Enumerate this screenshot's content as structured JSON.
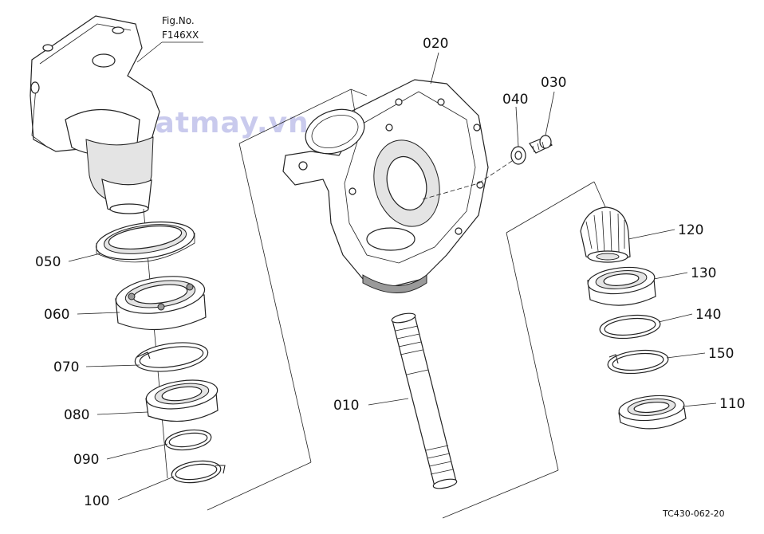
{
  "figure": {
    "fig_label": "Fig.No.",
    "fig_code": "F146XX",
    "watermark": "Kythuatmay.vn",
    "drawing_number": "TC430-062-20"
  },
  "parts": [
    {
      "id": "p010",
      "label": "010"
    },
    {
      "id": "p020",
      "label": "020"
    },
    {
      "id": "p030",
      "label": "030"
    },
    {
      "id": "p040",
      "label": "040"
    },
    {
      "id": "p050",
      "label": "050"
    },
    {
      "id": "p060",
      "label": "060"
    },
    {
      "id": "p070",
      "label": "070"
    },
    {
      "id": "p080",
      "label": "080"
    },
    {
      "id": "p090",
      "label": "090"
    },
    {
      "id": "p100",
      "label": "100"
    },
    {
      "id": "p110",
      "label": "110"
    },
    {
      "id": "p120",
      "label": "120"
    },
    {
      "id": "p130",
      "label": "130"
    },
    {
      "id": "p140",
      "label": "140"
    },
    {
      "id": "p150",
      "label": "150"
    }
  ]
}
